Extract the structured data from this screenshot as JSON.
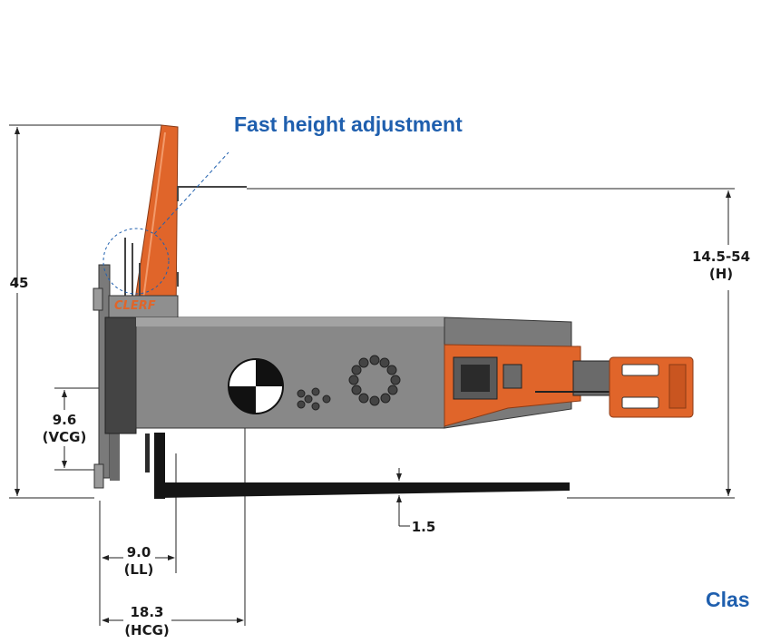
{
  "callouts": {
    "fast_height": "Fast height adjustment",
    "cut_off": "Clas"
  },
  "logo": "CLERF",
  "dimensions": {
    "overall_height": "45",
    "fork_height_value": "14.5-54",
    "fork_height_code": "(H)",
    "vcg_value": "9.6",
    "vcg_code": "(VCG)",
    "ll_value": "9.0",
    "ll_code": "(LL)",
    "hcg_value": "18.3",
    "hcg_code": "(HCG)",
    "fork_thickness": "1.5"
  },
  "colors": {
    "accent_orange": "#e0652a",
    "body_gray": "#7d7d7d",
    "callout_blue": "#1f5fae"
  }
}
